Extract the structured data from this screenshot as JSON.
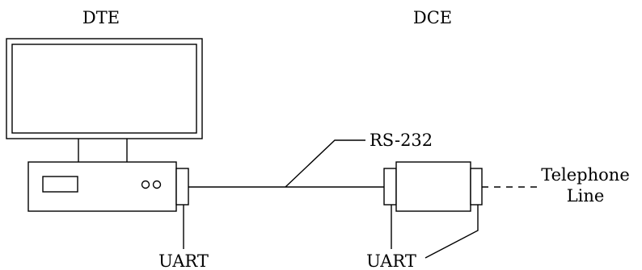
{
  "labels": {
    "dte": "DTE",
    "dce": "DCE",
    "rs232": "RS-232",
    "telephone_line_1": "Telephone",
    "telephone_line_2": "Line",
    "uart_dte": "UART",
    "uart_dce": "UART"
  },
  "colors": {
    "stroke": "#000000",
    "background": "#ffffff"
  }
}
